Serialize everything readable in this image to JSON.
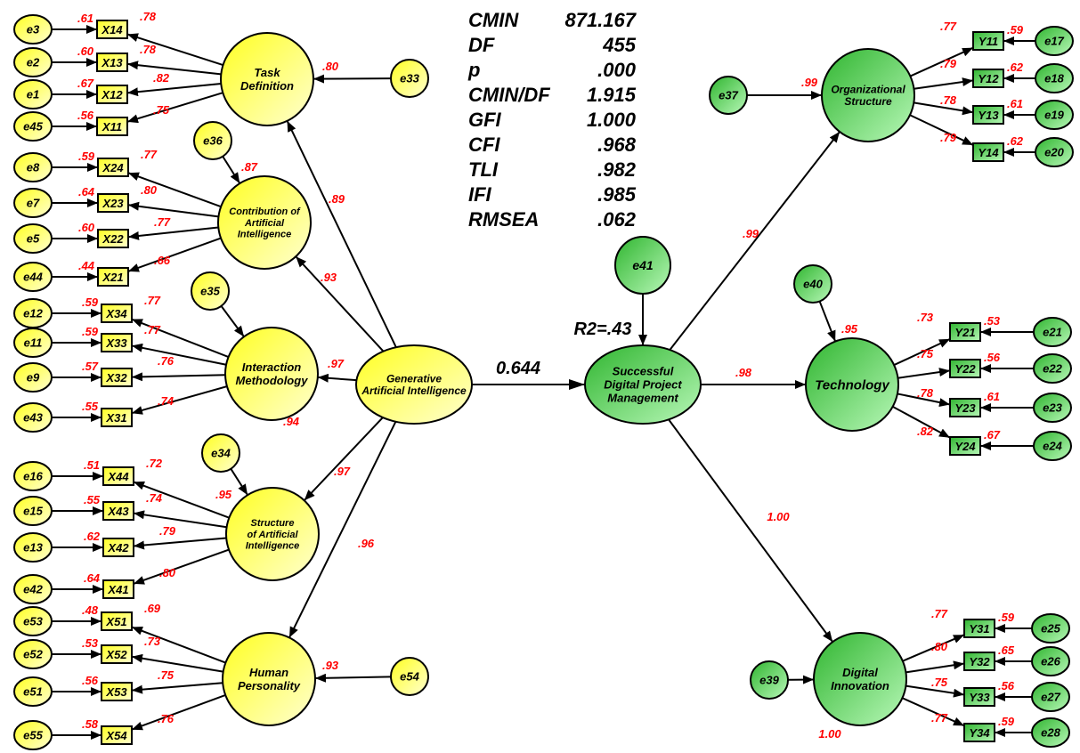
{
  "title": "Structural Equation Model: Generative AI and Successful Digital Project Management",
  "colors": {
    "exogenous_light": "#ffffc0",
    "exogenous_dark": "#ffff33",
    "endogenous_light": "#b0f5b0",
    "endogenous_dark": "#3cbf3c",
    "coefficient": "#ff0000",
    "line": "#000000"
  },
  "fit_indices": [
    {
      "name": "CMIN",
      "value": "871.167"
    },
    {
      "name": "DF",
      "value": "455"
    },
    {
      "name": "p",
      "value": ".000"
    },
    {
      "name": "CMIN/DF",
      "value": "1.915"
    },
    {
      "name": "GFI",
      "value": "1.000"
    },
    {
      "name": "CFI",
      "value": ".968"
    },
    {
      "name": "TLI",
      "value": ".982"
    },
    {
      "name": "IFI",
      "value": ".985"
    },
    {
      "name": "RMSEA",
      "value": ".062"
    }
  ],
  "structural_path": {
    "from": "Generative Artificial Intelligence",
    "to": "Successful Digital Project Management",
    "coefficient": "0.644"
  },
  "r_squared": "R2=.43",
  "latent_factors": {
    "gai": {
      "label": [
        "Generative",
        "Artificial Intelligence"
      ]
    },
    "sdpm": {
      "label": [
        "Successful",
        "Digital Project",
        "Management"
      ]
    },
    "task": {
      "label": [
        "Task",
        "Definition"
      ],
      "loading": ".89",
      "error": "e33",
      "error_coef": ".80"
    },
    "contrib": {
      "label": [
        "Contribution of",
        "Artificial",
        "Intelligence"
      ],
      "loading": ".93",
      "error": "e36",
      "error_coef": ".87"
    },
    "interact": {
      "label": [
        "Interaction",
        "Methodology"
      ],
      "loading": ".97",
      "error": "e35",
      "error_coef": ".94"
    },
    "structure": {
      "label": [
        "Structure",
        "of Artificial",
        "Intelligence"
      ],
      "loading": ".97",
      "error": "e34",
      "error_coef": ".95"
    },
    "human": {
      "label": [
        "Human",
        "Personality"
      ],
      "loading": ".96",
      "error": "e54",
      "error_coef": ".93"
    },
    "org": {
      "label": [
        "Organizational",
        "Structure"
      ],
      "loading": ".99",
      "error": "e37",
      "error_coef": ".99"
    },
    "tech": {
      "label": [
        "Technology"
      ],
      "loading": ".98",
      "error": "e40",
      "error_coef": ".95"
    },
    "dig": {
      "label": [
        "Digital",
        "Innovation"
      ],
      "loading": "1.00",
      "error": "e39",
      "error_coef": "1.00"
    },
    "sdpm_error": {
      "error": "e41"
    }
  },
  "indicators": {
    "task": [
      {
        "name": "X14",
        "error": "e3",
        "loading": ".78",
        "r2": ".61"
      },
      {
        "name": "X13",
        "error": "e2",
        "loading": ".78",
        "r2": ".60"
      },
      {
        "name": "X12",
        "error": "e1",
        "loading": ".82",
        "r2": ".67"
      },
      {
        "name": "X11",
        "error": "e45",
        "loading": ".75",
        "r2": ".56"
      }
    ],
    "contrib": [
      {
        "name": "X24",
        "error": "e8",
        "loading": ".77",
        "r2": ".59"
      },
      {
        "name": "X23",
        "error": "e7",
        "loading": ".80",
        "r2": ".64"
      },
      {
        "name": "X22",
        "error": "e5",
        "loading": ".77",
        "r2": ".60"
      },
      {
        "name": "X21",
        "error": "e44",
        "loading": ".66",
        "r2": ".44"
      }
    ],
    "interact": [
      {
        "name": "X34",
        "error": "e12",
        "loading": ".77",
        "r2": ".59"
      },
      {
        "name": "X33",
        "error": "e11",
        "loading": ".77",
        "r2": ".59"
      },
      {
        "name": "X32",
        "error": "e9",
        "loading": ".76",
        "r2": ".57"
      },
      {
        "name": "X31",
        "error": "e43",
        "loading": ".74",
        "r2": ".55"
      }
    ],
    "structure": [
      {
        "name": "X44",
        "error": "e16",
        "loading": ".72",
        "r2": ".51"
      },
      {
        "name": "X43",
        "error": "e15",
        "loading": ".74",
        "r2": ".55"
      },
      {
        "name": "X42",
        "error": "e13",
        "loading": ".79",
        "r2": ".62"
      },
      {
        "name": "X41",
        "error": "e42",
        "loading": ".80",
        "r2": ".64"
      }
    ],
    "human": [
      {
        "name": "X51",
        "error": "e53",
        "loading": ".69",
        "r2": ".48"
      },
      {
        "name": "X52",
        "error": "e52",
        "loading": ".73",
        "r2": ".53"
      },
      {
        "name": "X53",
        "error": "e51",
        "loading": ".75",
        "r2": ".56"
      },
      {
        "name": "X54",
        "error": "e55",
        "loading": ".76",
        "r2": ".58"
      }
    ],
    "org": [
      {
        "name": "Y11",
        "error": "e17",
        "loading": ".77",
        "r2": ".59"
      },
      {
        "name": "Y12",
        "error": "e18",
        "loading": ".79",
        "r2": ".62"
      },
      {
        "name": "Y13",
        "error": "e19",
        "loading": ".78",
        "r2": ".61"
      },
      {
        "name": "Y14",
        "error": "e20",
        "loading": ".79",
        "r2": ".62"
      }
    ],
    "tech": [
      {
        "name": "Y21",
        "error": "e21",
        "loading": ".73",
        "r2": ".53"
      },
      {
        "name": "Y22",
        "error": "e22",
        "loading": ".75",
        "r2": ".56"
      },
      {
        "name": "Y23",
        "error": "e23",
        "loading": ".78",
        "r2": ".61"
      },
      {
        "name": "Y24",
        "error": "e24",
        "loading": ".82",
        "r2": ".67"
      }
    ],
    "dig": [
      {
        "name": "Y31",
        "error": "e25",
        "loading": ".77",
        "r2": ".59"
      },
      {
        "name": "Y32",
        "error": "e26",
        "loading": ".80",
        "r2": ".65"
      },
      {
        "name": "Y33",
        "error": "e27",
        "loading": ".75",
        "r2": ".56"
      },
      {
        "name": "Y34",
        "error": "e28",
        "loading": ".77",
        "r2": ".59"
      }
    ]
  }
}
